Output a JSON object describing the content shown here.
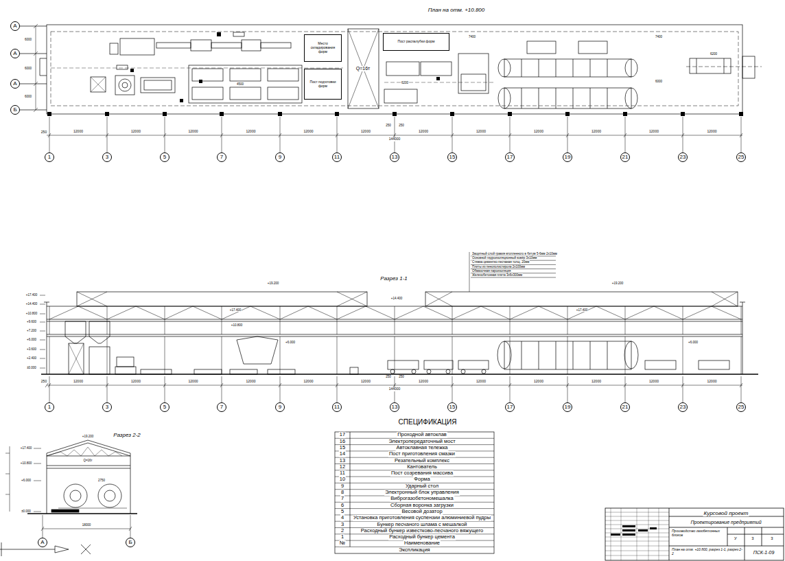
{
  "diagram": {
    "nodes": [
      {
        "text": [
          "А"
        ]
      },
      {
        "text": [
          "А"
        ]
      },
      {
        "text": [
          "А"
        ]
      },
      {
        "text": [
          "Б"
        ]
      },
      {
        "text": [
          "Место складирования форм"
        ]
      },
      {
        "text": [
          "Пост подготовки форм"
        ]
      },
      {
        "text": [
          "Пост распалубки форм"
        ]
      },
      {
        "text": [
          "1"
        ]
      },
      {
        "text": [
          "3"
        ]
      },
      {
        "text": [
          "5"
        ]
      },
      {
        "text": [
          "7"
        ]
      },
      {
        "text": [
          "9"
        ]
      },
      {
        "text": [
          "11"
        ]
      },
      {
        "text": [
          "13"
        ]
      },
      {
        "text": [
          "15"
        ]
      },
      {
        "text": [
          "17"
        ]
      },
      {
        "text": [
          "19"
        ]
      },
      {
        "text": [
          "21"
        ]
      },
      {
        "text": [
          "23"
        ]
      },
      {
        "text": [
          "25"
        ]
      },
      {
        "text": [
          "1"
        ]
      },
      {
        "text": [
          "3"
        ]
      },
      {
        "text": [
          "5"
        ]
      },
      {
        "text": [
          "7"
        ]
      },
      {
        "text": [
          "9"
        ]
      },
      {
        "text": [
          "11"
        ]
      },
      {
        "text": [
          "13"
        ]
      },
      {
        "text": [
          "15"
        ]
      },
      {
        "text": [
          "17"
        ]
      },
      {
        "text": [
          "19"
        ]
      },
      {
        "text": [
          "21"
        ]
      },
      {
        "text": [
          "23"
        ]
      },
      {
        "text": [
          "25"
        ]
      },
      {
        "text": [
          "А"
        ]
      },
      {
        "text": [
          "Б"
        ]
      }
    ],
    "labels": [
      "План на отм. +10.800",
      "250",
      "12000",
      "12000",
      "12000",
      "12000",
      "12000",
      "12000",
      "12000",
      "12000",
      "12000",
      "12000",
      "12000",
      "12000",
      "144000",
      "250",
      "250",
      "Q=16т",
      "7400",
      "7400",
      "6200",
      "6000",
      "6200",
      "4500",
      "6000",
      "6000",
      "6000",
      "Разрез 1-1",
      "Защитный слой гравия втопленного в битум 5-6мм 2х10мм",
      "Основной гидроизоляционный ковёр 3х10мм",
      "Стяжка цементно-песчаная толщ. 20мм",
      "Плиты из пенополистирола 2х100мм",
      "Обмазочная пароизоляция",
      "Железобетонная плита 3х6х300мм",
      "+19.200",
      "+19.200",
      "+14.400",
      "+17.400",
      "+17.400",
      "+10.800",
      "+6.000",
      "+6.000",
      "+17.400",
      "+14.400",
      "+10.800",
      "+9.600",
      "+7.200",
      "+6.000",
      "+3.600",
      "+2.400",
      "±0.000",
      "250",
      "12000",
      "12000",
      "12000",
      "12000",
      "12000",
      "12000",
      "12000",
      "12000",
      "12000",
      "12000",
      "12000",
      "12000",
      "144000",
      "250",
      "250",
      "Разрез 2-2",
      "+19.200",
      "Q=16т",
      "2750",
      "18000",
      "+17.400",
      "+10.800",
      "+6.000",
      "±0.000",
      "СПЕЦИФИКАЦИЯ",
      "17",
      "Проходной автоклав",
      "16",
      "Электропередаточный мост",
      "15",
      "Автоклавная тележка",
      "14",
      "Пост приготовления смазки",
      "13",
      "Резательный комплекс",
      "12",
      "Кантователь",
      "11",
      "Пост созревания массива",
      "10",
      "Форма",
      "9",
      "Ударный стол",
      "8",
      "Электронный блок управления",
      "7",
      "Виброгазобетономешалка",
      "6",
      "Сборная воронка загрузки",
      "5",
      "Весовой дозатор",
      "4",
      "Установка приготовления суспензии алюминиевой пудры",
      "3",
      "Бункер песчаного шлама с мешалкой",
      "2",
      "Расходный бункер известково-песчаного вяжущего",
      "1",
      "Расходный бункер цемента",
      "№",
      "Наименование",
      "Экспликация",
      "Курсовой проект",
      "Проектирование предприятий",
      "Производство газобетонных блоков",
      "У",
      "3",
      "3",
      "План на отм. +10.800, разрез 1-1, разрез 2-2",
      "ПСК-1-09"
    ]
  }
}
